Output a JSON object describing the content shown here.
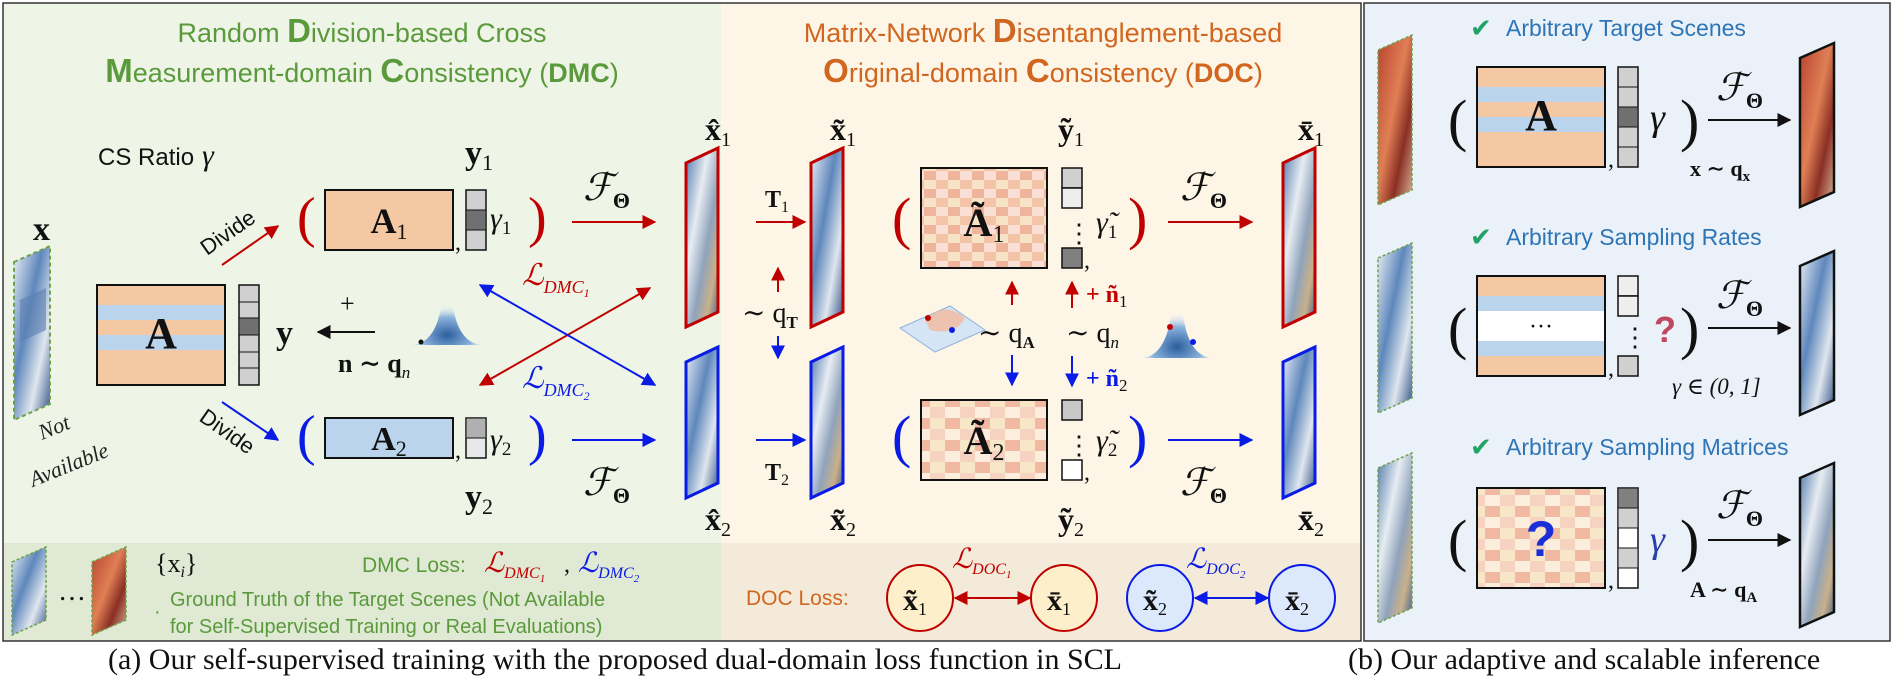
{
  "colors": {
    "green_bg": "#eef5e6",
    "cream_bg": "#fdf6e6",
    "blue_bg": "#eaf1f9",
    "orange": "#f5c8a4",
    "lightblue": "#b9d4ec",
    "red": "#c00000",
    "blue": "#0a1be6",
    "green_text": "#5b9a3c",
    "orange_text": "#d0661f",
    "steel_text": "#2e75b6",
    "check": "#21a366"
  },
  "header_dmc": {
    "line1_a": "Random ",
    "line1_b": "D",
    "line1_c": "ivision-based Cross",
    "line2_a": "M",
    "line2_b": "easurement-domain ",
    "line2_c": "C",
    "line2_d": "onsistency (",
    "line2_e": "DMC",
    "line2_f": ")"
  },
  "header_doc": {
    "line1_a": "Matrix-Network ",
    "line1_b": "D",
    "line1_c": "isentanglement-based",
    "line2_a": "O",
    "line2_b": "riginal-domain ",
    "line2_c": "C",
    "line2_d": "onsistency (",
    "line2_e": "DOC",
    "line2_f": ")"
  },
  "left": {
    "cs_ratio": "CS Ratio",
    "gamma": "γ",
    "x": "x",
    "not_available_1": "Not",
    "not_available_2": "Available",
    "divide_top": "Divide",
    "divide_bottom": "Divide",
    "A": "A",
    "y": "y",
    "plus": "+",
    "noise": "n ∼ q",
    "noise_sub": "n",
    "A1": "A",
    "A1_sub": "1",
    "A2": "A",
    "A2_sub": "2",
    "y1": "y",
    "y1_sub": "1",
    "y2": "y",
    "y2_sub": "2",
    "gamma1": "γ",
    "gamma1_sub": "1",
    "gamma2": "γ",
    "gamma2_sub": "2",
    "F": "ℱ",
    "Theta": "Θ",
    "L": "ℒ",
    "L_dmc1_sub": "DMC",
    "L_dmc1_subsub": "1",
    "L_dmc2_sub": "DMC",
    "L_dmc2_subsub": "2"
  },
  "middle": {
    "xhat1": "x̂",
    "xhat1_sub": "1",
    "xhat2": "x̂",
    "xhat2_sub": "2",
    "xtil1": "x̃",
    "xtil1_sub": "1",
    "xtil2": "x̃",
    "xtil2_sub": "2",
    "T1": "T",
    "T1_sub": "1",
    "T2": "T",
    "T2_sub": "2",
    "qT": "∼ q",
    "qT_sub": "T",
    "Atil1": "Ã",
    "Atil1_sub": "1",
    "Atil2": "Ã",
    "Atil2_sub": "2",
    "ytil1": "ỹ",
    "ytil1_sub": "1",
    "ytil2": "ỹ",
    "ytil2_sub": "2",
    "gtil1": "γ̃",
    "gtil1_sub": "1",
    "gtil2": "γ̃",
    "gtil2_sub": "2",
    "qA": "∼ q",
    "qA_sub": "A",
    "qn": "∼ q",
    "qn_sub": "n",
    "ntil1": "+ ñ",
    "ntil1_sub": "1",
    "ntil2": "+ ñ",
    "ntil2_sub": "2",
    "xbar1": "x̄",
    "xbar1_sub": "1",
    "xbar2": "x̄",
    "xbar2_sub": "2",
    "dots": "⋮"
  },
  "bottom": {
    "xi": "{x",
    "xi_sub": "i",
    "xi_close": "}",
    "ellipsis": "…",
    "dmc_loss_label": "DMC Loss:",
    "gt_line1": "Ground Truth of the Target Scenes (Not Available",
    "gt_line2": "for Self-Supervised Training or Real Evaluations)",
    "doc_loss_label": "DOC Loss:",
    "L_doc1_sub": "DOC",
    "L_doc1_subsub": "1",
    "L_doc2_sub": "DOC",
    "L_doc2_subsub": "2"
  },
  "right": {
    "title1": "Arbitrary Target Scenes",
    "title2": "Arbitrary Sampling Rates",
    "title3": "Arbitrary Sampling Matrices",
    "A": "A",
    "gamma": "γ",
    "dots": "···",
    "question": "?",
    "cond1": "x ∼ q",
    "cond1_sub": "x",
    "cond2": "γ ∈ (0, 1]",
    "cond3": "A ∼ q",
    "cond3_sub": "A",
    "checkmark": "✔"
  },
  "captions": {
    "a": "(a) Our self-supervised training with the proposed dual-domain loss function in SCL",
    "b": "(b) Our adaptive and scalable inference"
  }
}
